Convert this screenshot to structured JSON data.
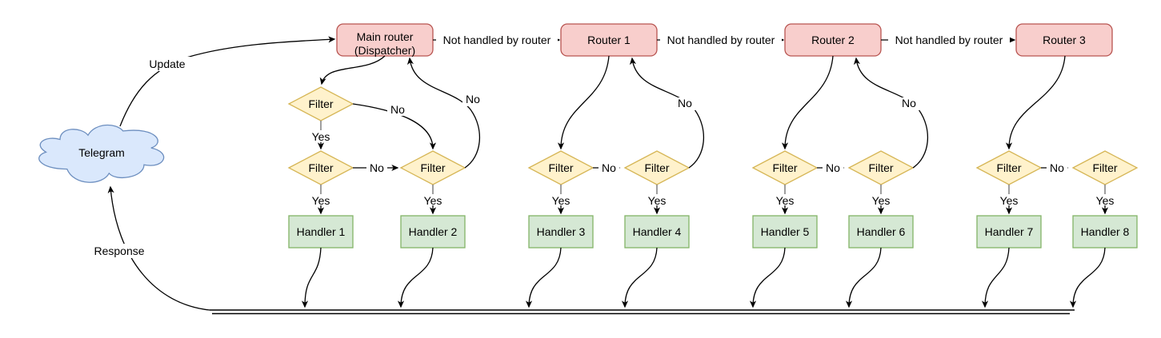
{
  "cloud": {
    "label": "Telegram"
  },
  "labels": {
    "update": "Update",
    "response": "Response",
    "not_handled": "Not handled by router",
    "yes": "Yes",
    "no": "No",
    "filter": "Filter"
  },
  "routers": [
    {
      "name": "Main router (Dispatcher)",
      "line1": "Main router",
      "line2": "(Dispatcher)"
    },
    {
      "name": "Router 1"
    },
    {
      "name": "Router 2"
    },
    {
      "name": "Router 3"
    }
  ],
  "handlers": [
    {
      "label": "Handler 1"
    },
    {
      "label": "Handler 2"
    },
    {
      "label": "Handler 3"
    },
    {
      "label": "Handler 4"
    },
    {
      "label": "Handler 5"
    },
    {
      "label": "Handler 6"
    },
    {
      "label": "Handler 7"
    },
    {
      "label": "Handler 8"
    }
  ],
  "colors": {
    "router_fill": "#f8cecc",
    "router_stroke": "#b85450",
    "filter_fill": "#fff2cc",
    "filter_stroke": "#d6b656",
    "handler_fill": "#d5e8d4",
    "handler_stroke": "#82b366",
    "cloud_fill": "#dae8fc",
    "cloud_stroke": "#6c8ebf",
    "edge": "#000000",
    "stub": "#7f7f7f"
  }
}
